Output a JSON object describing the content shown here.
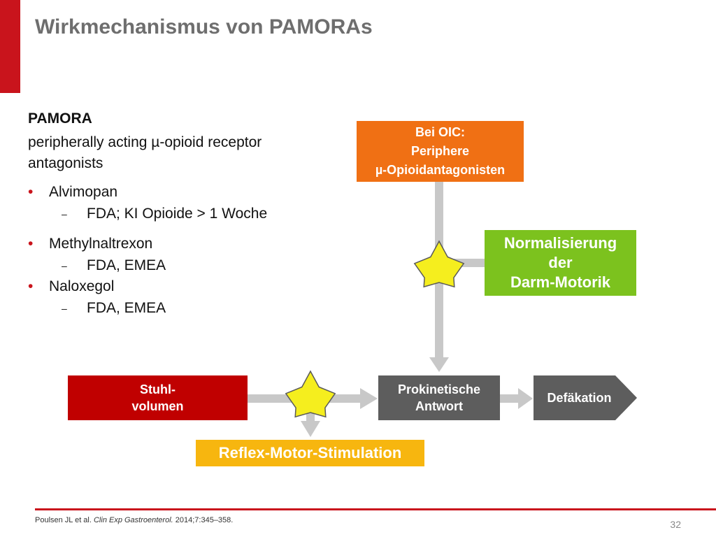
{
  "slide": {
    "title": "Wirkmechanismus von PAMORAs",
    "page_number": "32"
  },
  "left_text": {
    "heading": "PAMORA",
    "definition": "peripherally acting µ-opioid receptor antagonists",
    "bullets": [
      {
        "label": "Alvimopan",
        "sub": "FDA; KI Opioide > 1 Woche"
      },
      {
        "label": "Methylnaltrexon",
        "sub": "FDA, EMEA"
      },
      {
        "label": "Naloxegol",
        "sub": "FDA, EMEA"
      }
    ],
    "bullet_symbol": "•",
    "sub_symbol": "–"
  },
  "diagram": {
    "oic_box": {
      "line1": "Bei OIC:",
      "line2": "Periphere",
      "line3": "µ-Opioidantagonisten",
      "color": "#f07014"
    },
    "normalisierung_box": {
      "line1": "Normalisierung",
      "line2": "der",
      "line3": "Darm-Motorik",
      "color": "#7cc21e"
    },
    "stuhl_box": {
      "line1": "Stuhl-",
      "line2": "volumen",
      "color": "#c00000"
    },
    "prokinetische_box": {
      "line1": "Prokinetische",
      "line2": "Antwort",
      "color": "#5d5d5d"
    },
    "defaekation_box": {
      "label": "Defäkation",
      "color": "#5d5d5d"
    },
    "reflex_box": {
      "label": "Reflex-Motor-Stimulation",
      "color": "#f7b60f"
    },
    "arrow_color": "#c8c8c8",
    "star_color": "#f5ee1e"
  },
  "footer": {
    "authors": "Poulsen JL et al. ",
    "journal": "Clin Exp Gastroenterol.",
    "details": " 2014;7:345–358."
  }
}
